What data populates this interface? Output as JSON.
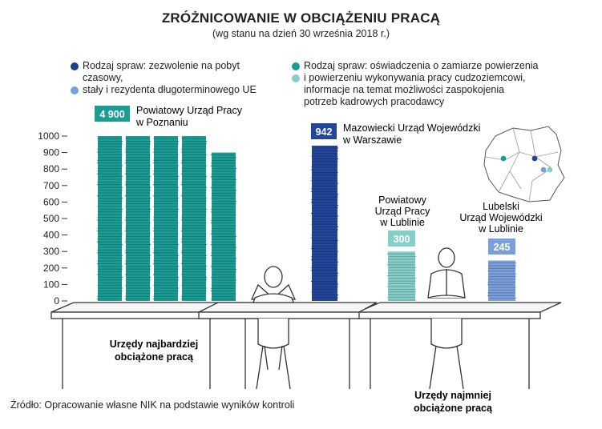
{
  "header": {
    "title": "ZRÓŻNICOWANIE W OBCIĄŻENIU PRACĄ",
    "subtitle": "(wg stanu na dzień 30 września 2018 r.)"
  },
  "legend": {
    "left_line1": "Rodzaj spraw: zezwolenie na pobyt czasowy,",
    "left_line2": "stały i rezydenta długoterminowego UE",
    "right_line1": "Rodzaj spraw: oświadczenia o zamiarze powierzenia",
    "right_line2": "i powierzeniu wykonywania pracy cudzoziemcowi,",
    "right_line3": "informacje na temat możliwości zaspokojenia",
    "right_line4": "potrzeb kadrowych pracodawcy",
    "colors": {
      "residence_dark": "#1f3e8f",
      "residence_light": "#7a9fdc",
      "work_dark": "#1b9c94",
      "work_light": "#86cfc8"
    }
  },
  "chart_data": {
    "type": "bar",
    "title": "ZRÓŻNICOWANIE W OBCIĄŻENIU PRACĄ",
    "subtitle": "(wg stanu na dzień 30 września 2018 r.)",
    "yticks": [
      0,
      100,
      200,
      300,
      400,
      500,
      600,
      700,
      800,
      900,
      1000
    ],
    "ylim": [
      0,
      1000
    ],
    "grid": false,
    "legend_placement": "top",
    "series": [
      {
        "office_line1": "Powiatowy Urząd Pracy",
        "office_line2": "w Poznaniu",
        "value": 4900,
        "value_label": "4 900",
        "category": "work",
        "color": "#1b9c94",
        "stacks": [
          1000,
          1000,
          1000,
          1000,
          900
        ]
      },
      {
        "office_line1": "Mazowiecki Urząd Wojewódzki",
        "office_line2": "w Warszawie",
        "value": 942,
        "value_label": "942",
        "category": "residence",
        "color": "#22469a",
        "stacks": [
          942
        ]
      },
      {
        "office_line1": "Powiatowy",
        "office_line2": "Urząd Pracy",
        "office_line3": "w Lublinie",
        "value": 300,
        "value_label": "300",
        "category": "work",
        "color": "#86cfc8",
        "stacks": [
          300
        ]
      },
      {
        "office_line1": "Lubelski",
        "office_line2": "Urząd Wojewódzki",
        "office_line3": "w Lublinie",
        "value": 245,
        "value_label": "245",
        "category": "residence",
        "color": "#7a9fdc",
        "stacks": [
          245
        ]
      }
    ]
  },
  "groups": {
    "most_line1": "Urzędy najbardziej",
    "most_line2": "obciążone pracą",
    "least_line1": "Urzędy najmniej",
    "least_line2": "obciążone pracą"
  },
  "source": "Źródło: Opracowanie własne NIK na podstawie wyników kontroli"
}
